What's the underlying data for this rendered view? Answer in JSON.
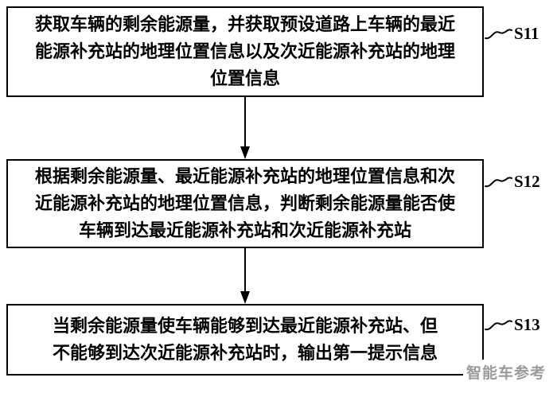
{
  "steps": [
    {
      "label": "S11",
      "text": "获取车辆的剩余能源量，并获取预设道路上车辆的最近\n能源补充站的地理位置信息以及次近能源补充站的地理\n位置信息"
    },
    {
      "label": "S12",
      "text": "根据剩余能源量、最近能源补充站的地理位置信息和次\n近能源补充站的地理位置信息，判断剩余能源量能否使\n车辆到达最近能源补充站和次近能源补充站"
    },
    {
      "label": "S13",
      "text": "当剩余能源量使车辆能够到达最近能源补充站、但\n不能够到达次近能源补充站时，输出第一提示信息"
    }
  ],
  "watermark": "智能车参考",
  "colors": {
    "line": "#000000",
    "watermark": "#9b9b9b",
    "background": "#ffffff"
  }
}
